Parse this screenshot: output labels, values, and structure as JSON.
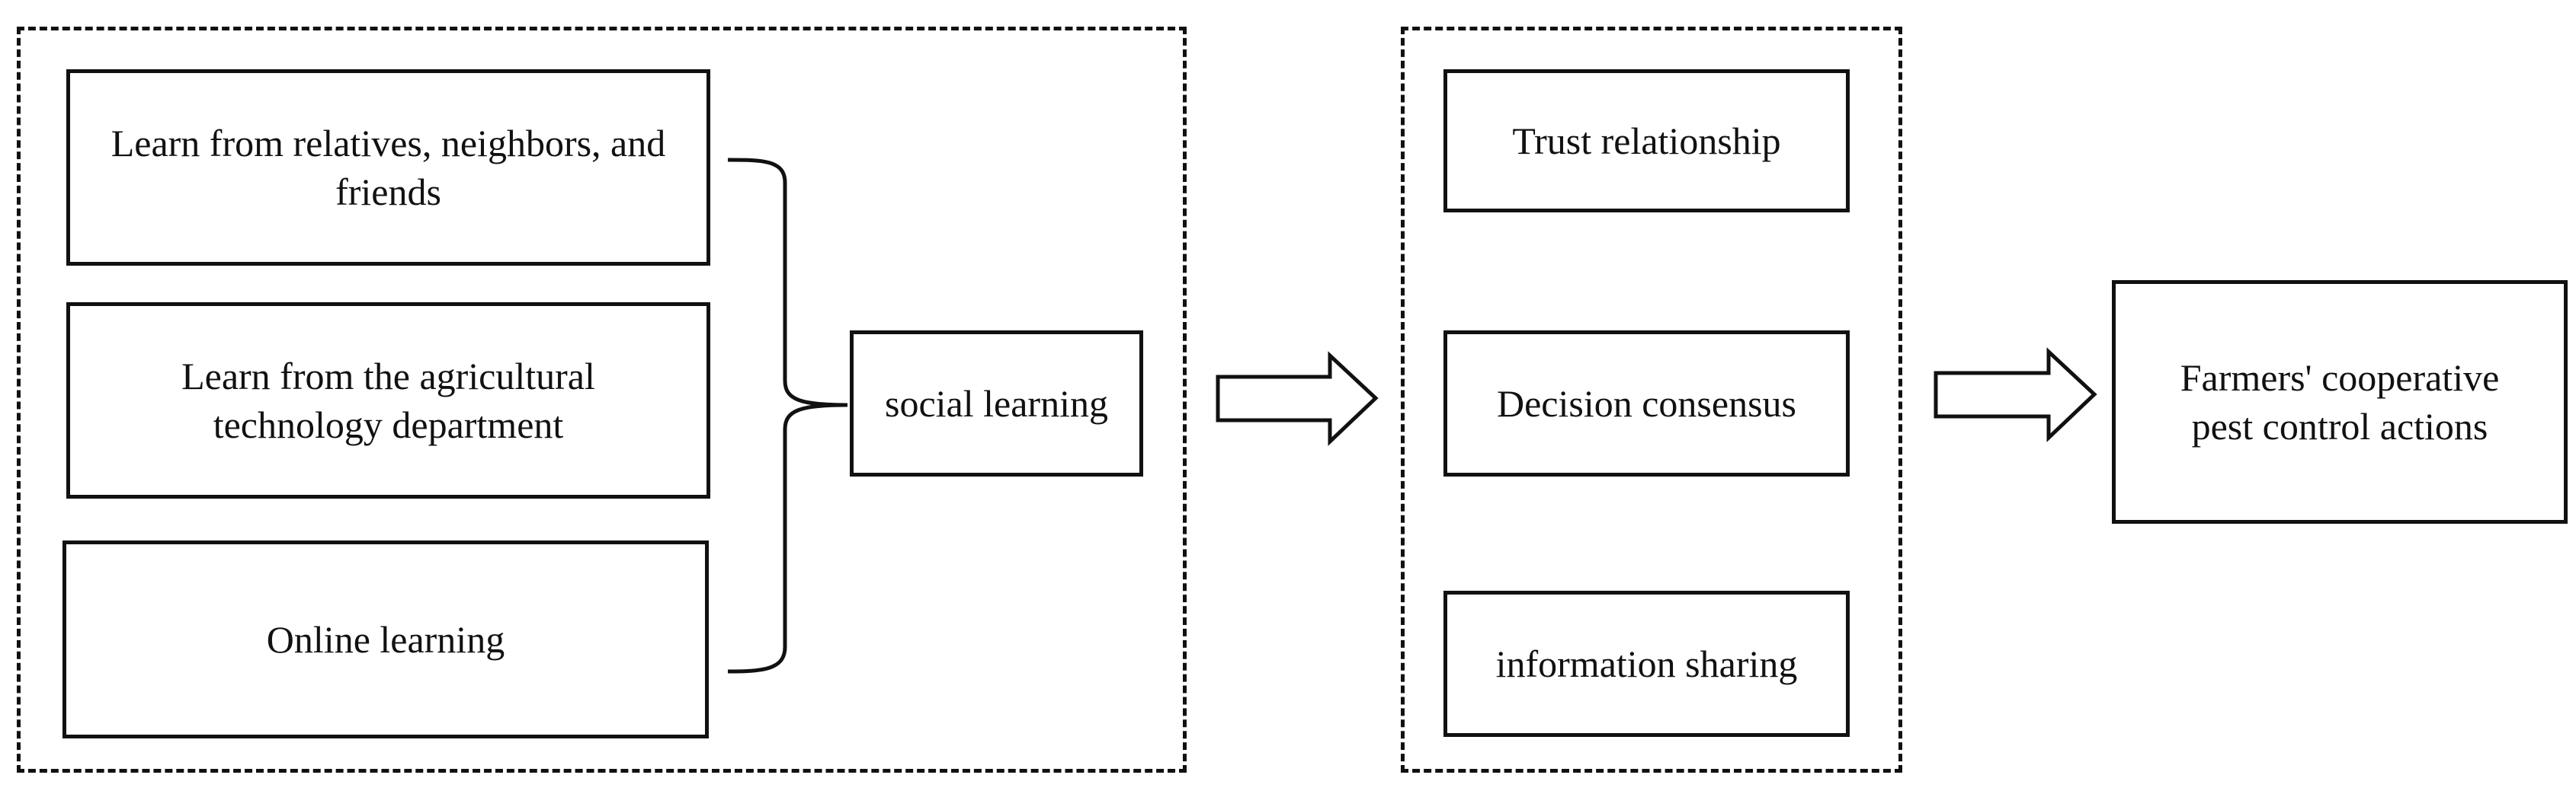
{
  "group1": {
    "sources": [
      "Learn from relatives, neighbors, and friends",
      "Learn from the agricultural technology department",
      "Online learning"
    ],
    "result": "social learning"
  },
  "group2": {
    "items": [
      "Trust relationship",
      "Decision consensus",
      "information sharing"
    ]
  },
  "outcome": "Farmers' cooperative pest control actions"
}
